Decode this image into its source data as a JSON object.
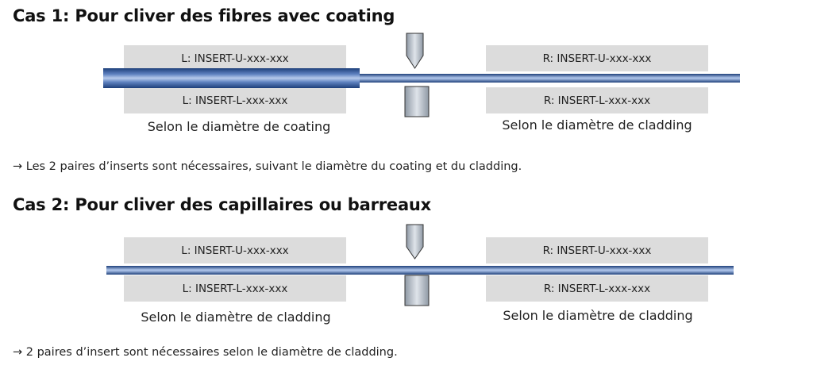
{
  "case1": {
    "heading": "Cas 1: Pour cliver des fibres avec coating",
    "left_upper": "L: INSERT-U-xxx-xxx",
    "left_lower": "L: INSERT-L-xxx-xxx",
    "right_upper": "R: INSERT-U-xxx-xxx",
    "right_lower": "R: INSERT-L-xxx-xxx",
    "left_caption": "Selon le diamètre de coating",
    "right_caption": "Selon le diamètre de cladding",
    "note": "→ Les 2 paires d’inserts sont nécessaires, suivant le diamètre du coating et du cladding."
  },
  "case2": {
    "heading": "Cas 2: Pour cliver des capillaires ou barreaux",
    "left_upper": "L: INSERT-U-xxx-xxx",
    "left_lower": "L: INSERT-L-xxx-xxx",
    "right_upper": "R: INSERT-U-xxx-xxx",
    "right_lower": "R: INSERT-L-xxx-xxx",
    "left_caption": "Selon le diamètre de cladding",
    "right_caption": "Selon le diamètre de cladding",
    "note": "→ 2 paires d’insert sont nécessaires selon le diamètre de cladding."
  },
  "colors": {
    "insert_box": "#dcdcdc",
    "fiber_dark": "#1d3f7a",
    "fiber_light": "#9fb8e0",
    "blade_fill": "#b9c2cc"
  }
}
